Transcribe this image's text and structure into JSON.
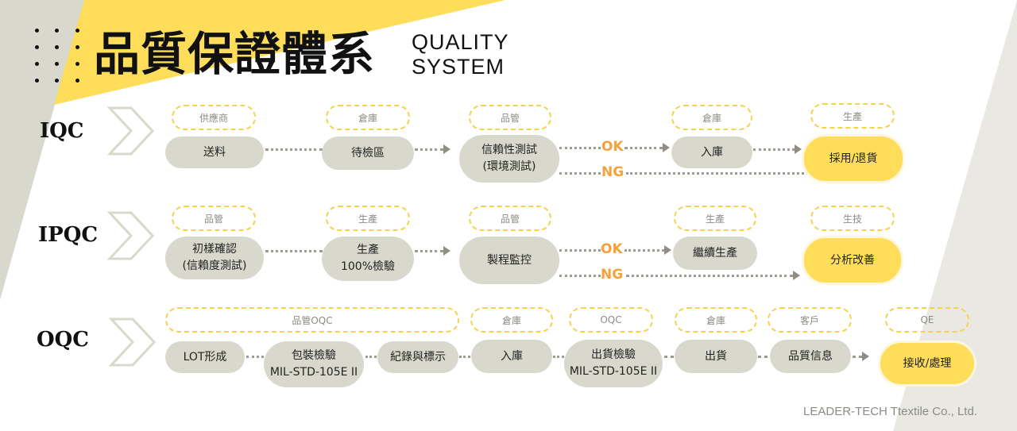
{
  "colors": {
    "accent_yellow": "#fedd5a",
    "band_gray": "#d9d8cd",
    "node_gray": "#d9d8cd",
    "role_border": "#f7d24e",
    "ok_ng": "#f6a23b",
    "text_dark": "#111111",
    "text_muted": "#8b8b86"
  },
  "header": {
    "title_cn": "品質保證體系",
    "title_en_line1": "QUALITY",
    "title_en_line2": "SYSTEM",
    "decoration_icon": "dot-grid-icon"
  },
  "sections": {
    "iqc": {
      "label": "IQC",
      "icon": "chevron-right-icon",
      "steps": [
        {
          "role": "供應商",
          "node": "送料"
        },
        {
          "role": "倉庫",
          "node": "待檢區"
        },
        {
          "role": "品管",
          "node_line1": "信賴性測試",
          "node_line2": "(環境測試)"
        },
        {
          "role": "倉庫",
          "node": "入庫"
        },
        {
          "role": "生產",
          "node": "採用/退貨"
        }
      ],
      "ok": "OK",
      "ng": "NG"
    },
    "ipqc": {
      "label": "IPQC",
      "icon": "chevron-right-icon",
      "steps": [
        {
          "role": "品管",
          "node_line1": "初樣確認",
          "node_line2": "(信賴度測試)"
        },
        {
          "role": "生產",
          "node_line1": "生產",
          "node_line2": "100%檢驗"
        },
        {
          "role": "品管",
          "node": "製程監控"
        },
        {
          "role": "生產",
          "node": "繼續生產"
        },
        {
          "role": "生技",
          "node": "分析改善"
        }
      ],
      "ok": "OK",
      "ng": "NG"
    },
    "oqc": {
      "label": "OQC",
      "icon": "chevron-right-icon",
      "group_role": "品管OQC",
      "steps": [
        {
          "node": "LOT形成"
        },
        {
          "node_line1": "包裝檢驗",
          "node_line2": "MIL-STD-105E II"
        },
        {
          "node": "紀錄與標示"
        },
        {
          "role": "倉庫",
          "node": "入庫"
        },
        {
          "role": "OQC",
          "node_line1": "出貨檢驗",
          "node_line2": "MIL-STD-105E II"
        },
        {
          "role": "倉庫",
          "node": "出貨"
        },
        {
          "role": "客戶",
          "node": "品質信息"
        },
        {
          "role": "QE",
          "node": "接收/處理"
        }
      ]
    }
  },
  "footer": {
    "company": "LEADER-TECH Ttextile Co., Ltd."
  }
}
